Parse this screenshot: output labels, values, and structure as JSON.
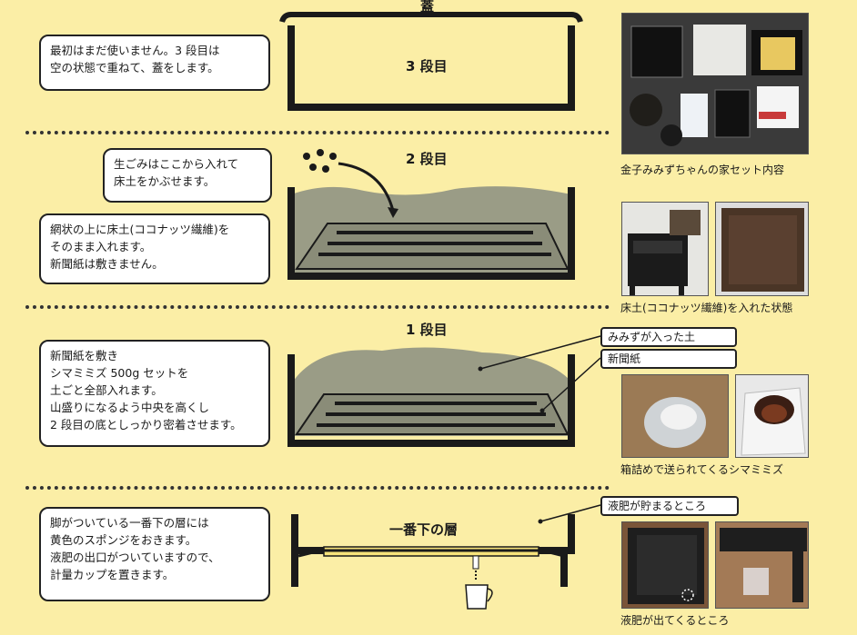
{
  "lid_label": "蓋",
  "tiers": {
    "tier3": {
      "label": "3 段目"
    },
    "tier2": {
      "label": "2 段目"
    },
    "tier1": {
      "label": "1 段目"
    },
    "bottom": {
      "label": "一番下の層"
    }
  },
  "notes": {
    "tier3": [
      "最初はまだ使いません。3 段目は",
      "空の状態で重ねて、蓋をします。"
    ],
    "tier2_garbage": [
      "生ごみはここから入れて",
      "床土をかぶせます。"
    ],
    "tier2_soil": [
      "網状の上に床土(ココナッツ繊維)を",
      "そのまま入れます。",
      "新聞紙は敷きません。"
    ],
    "tier1": [
      "新聞紙を敷き",
      "シマミミズ 500g セットを",
      "土ごと全部入れます。",
      "山盛りになるよう中央を高くし",
      "2 段目の底としっかり密着させます。"
    ],
    "bottom": [
      "脚がついている一番下の層には",
      "黄色のスポンジをおきます。",
      "液肥の出口がついていますので、",
      "計量カップを置きます。"
    ]
  },
  "tags": {
    "worm_soil": "みみずが入った土",
    "newspaper": "新聞紙",
    "liquid_pool": "液肥が貯まるところ"
  },
  "captions": {
    "kit": "金子みみずちゃんの家セット内容",
    "soil_state": "床土(ココナッツ繊維)を入れた状態",
    "boxed": "箱詰めで送られてくるシマミミズ",
    "liquid_out": "液肥が出てくるところ"
  },
  "colors": {
    "background": "#fbeea6",
    "soil_fill": "#9a9c86",
    "sponge": "#f6e27a",
    "tray": "#1e1e1e"
  }
}
